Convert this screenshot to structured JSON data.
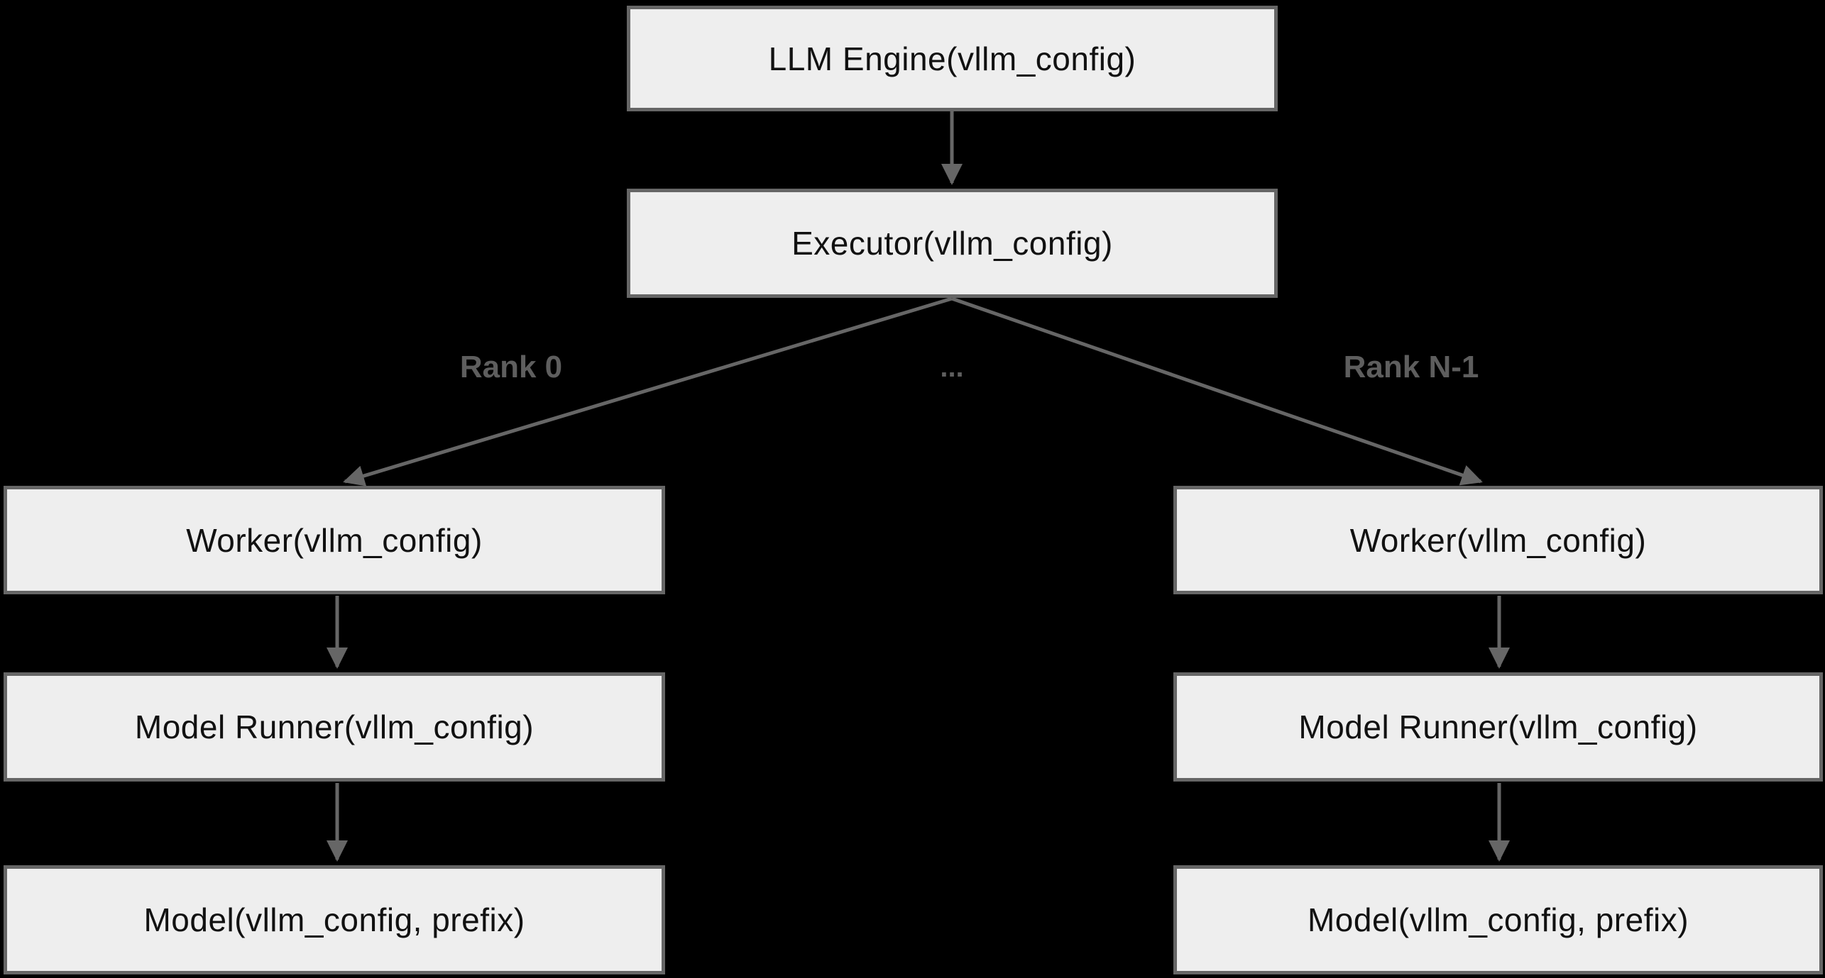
{
  "diagram": {
    "title": "vLLM engine-executor-worker architecture",
    "background_color": "#000000",
    "node_fill_color": "#eeeeee",
    "node_border_color": "#666666",
    "node_text_color": "#111111",
    "edge_color": "#666666",
    "edge_label_color": "#5e5e5e",
    "nodes": {
      "llm_engine": {
        "label": "LLM Engine(vllm_config)"
      },
      "executor": {
        "label": "Executor(vllm_config)"
      },
      "worker_left": {
        "label": "Worker(vllm_config)"
      },
      "worker_right": {
        "label": "Worker(vllm_config)"
      },
      "model_runner_left": {
        "label": "Model Runner(vllm_config)"
      },
      "model_runner_right": {
        "label": "Model Runner(vllm_config)"
      },
      "model_left": {
        "label": "Model(vllm_config, prefix)"
      },
      "model_right": {
        "label": "Model(vllm_config, prefix)"
      }
    },
    "edge_labels": {
      "rank0": "Rank 0",
      "ellipsis": "...",
      "rank_n1": "Rank N-1"
    },
    "edges": [
      "LLM Engine -> Executor",
      "Executor -> Worker (Rank 0)",
      "Executor -> Worker (Rank N-1)",
      "Worker -> Model Runner (left)",
      "Model Runner -> Model (left)",
      "Worker -> Model Runner (right)",
      "Model Runner -> Model (right)"
    ]
  }
}
